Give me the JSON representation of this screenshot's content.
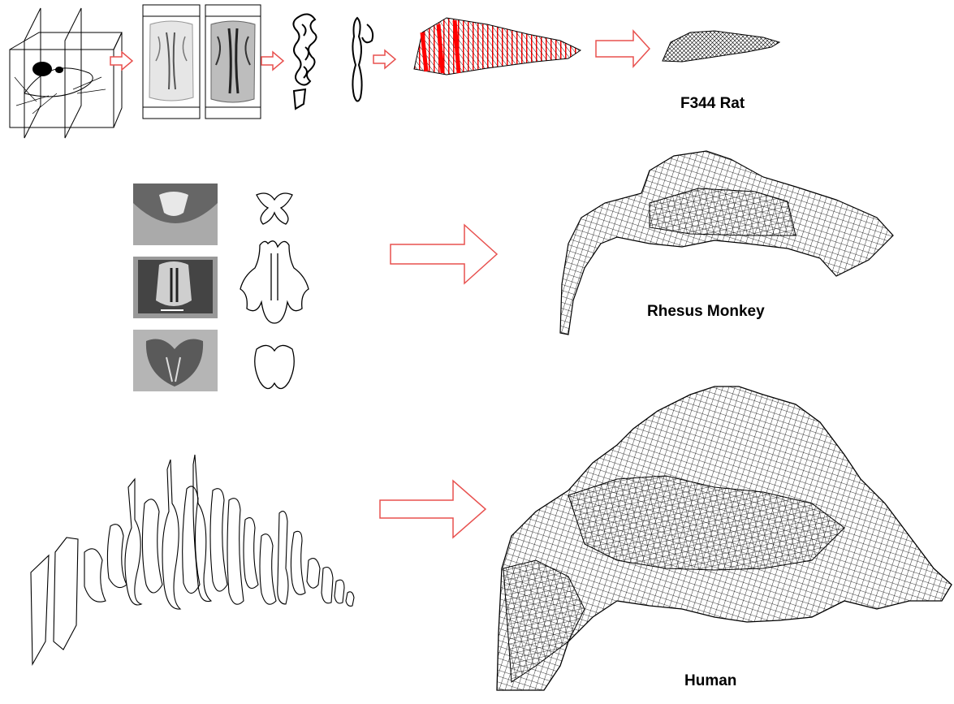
{
  "species_labels": {
    "rat": "F344 Rat",
    "monkey": "Rhesus Monkey",
    "human": "Human"
  },
  "colors": {
    "arrow_stroke": "#e8514f",
    "contour_stroke": "#000000",
    "red_mesh": "#ff0000"
  }
}
